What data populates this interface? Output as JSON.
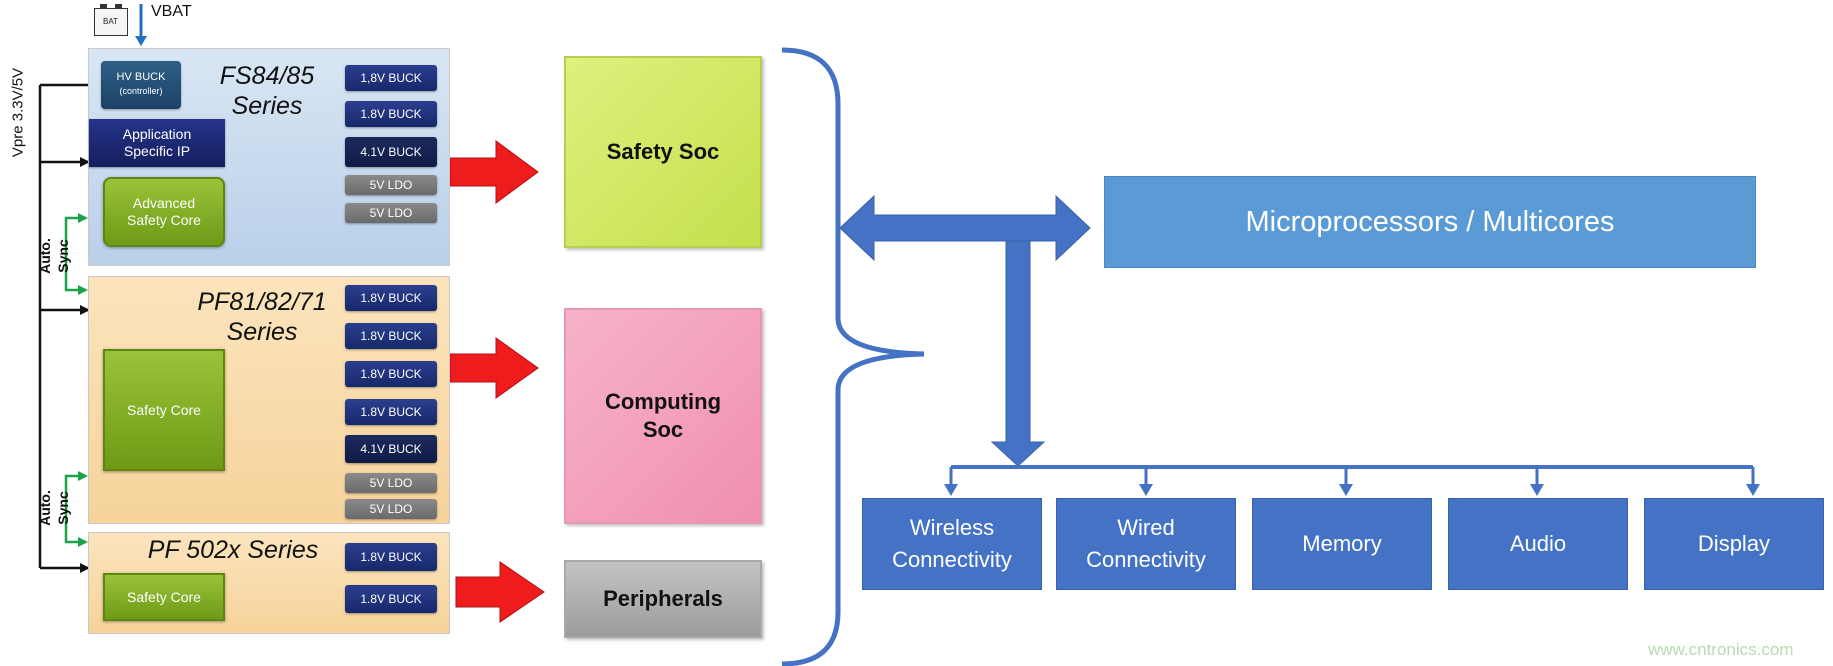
{
  "vbat_label": "VBAT",
  "battery_label": "BAT",
  "vpre_label": "Vpre 3.3V/5V",
  "sync_labels": [
    {
      "auto": "Auto.",
      "sync": "Sync"
    },
    {
      "auto": "Auto.",
      "sync": "Sync"
    }
  ],
  "fs_series": {
    "title_line1": "FS84/85",
    "title_line2": "Series",
    "hv_buck_line1": "HV BUCK",
    "hv_buck_line2": "(controller)",
    "asip_line1": "Application",
    "asip_line2": "Specific IP",
    "core_line1": "Advanced",
    "core_line2": "Safety Core",
    "rails": [
      "1,8V BUCK",
      "1.8V BUCK",
      "4.1V BUCK",
      "5V LDO",
      "5V LDO"
    ]
  },
  "pf8_series": {
    "title_line1": "PF81/82/71",
    "title_line2": "Series",
    "core": "Safety Core",
    "rails": [
      "1.8V BUCK",
      "1.8V BUCK",
      "1.8V  BUCK",
      "1.8V BUCK",
      "4.1V BUCK",
      "5V LDO",
      "5V LDO"
    ]
  },
  "pf5_series": {
    "title": "PF 502x Series",
    "core": "Safety Core",
    "rails": [
      "1.8V BUCK",
      "1.8V BUCK"
    ]
  },
  "socs": {
    "safety": "Safety Soc",
    "computing_line1": "Computing",
    "computing_line2": "Soc",
    "peripherals": "Peripherals"
  },
  "microprocessors": "Microprocessors / Multicores",
  "peripherals_row": [
    {
      "line1": "Wireless",
      "line2": "Connectivity"
    },
    {
      "line1": "Wired",
      "line2": "Connectivity"
    },
    {
      "line1": "Memory",
      "line2": ""
    },
    {
      "line1": "Audio",
      "line2": ""
    },
    {
      "line1": "Display",
      "line2": ""
    }
  ],
  "watermark": "www.cntronics.com",
  "colors": {
    "arrow_red": "#ee1c1c",
    "bus_blue": "#4472c4",
    "green_sync": "#1ca34a"
  }
}
